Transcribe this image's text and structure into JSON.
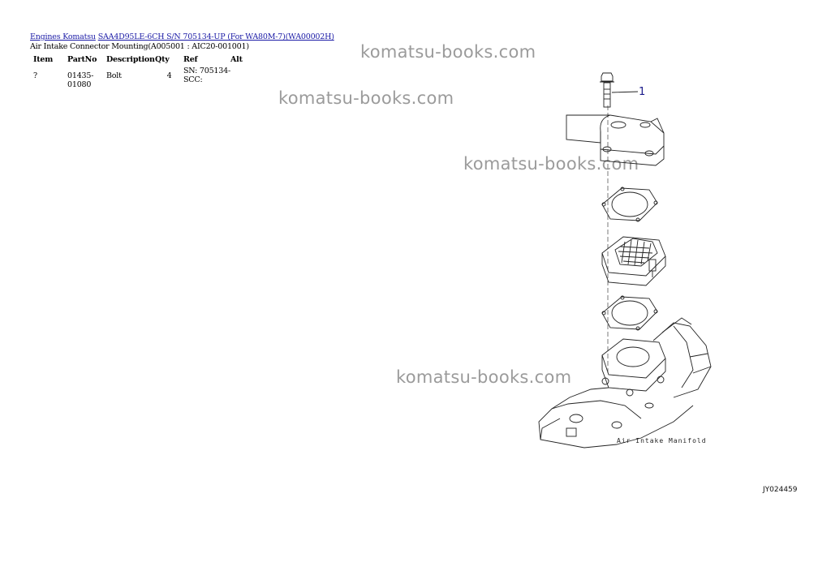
{
  "breadcrumb": {
    "engines_link": "Engines Komatsu",
    "model_link": "SAA4D95LE-6CH S/N 705134-UP (For WA80M-7)(WA00002H)"
  },
  "subtitle": "Air Intake Connector Mounting(A005001 : AIC20-001001)",
  "table": {
    "headers": [
      "Item",
      "PartNo",
      "Description",
      "Qty",
      "Ref",
      "Alt"
    ],
    "rows": [
      {
        "item": "?",
        "partno": "01435-01080",
        "description": "Bolt",
        "qty": "4",
        "ref": "SN: 705134-SCC:",
        "alt": ""
      }
    ]
  },
  "watermarks": [
    "komatsu-books.com",
    "komatsu-books.com",
    "komatsu-books.com",
    "komatsu-books.com"
  ],
  "diagram": {
    "callout": "1",
    "manifold_label": "Air Intake Manifold",
    "figure_code": "JY024459"
  }
}
